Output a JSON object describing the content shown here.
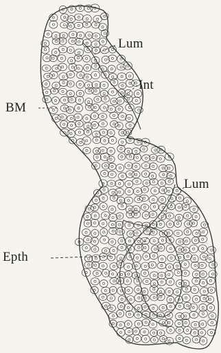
{
  "figure": {
    "background": "#f6f4ef",
    "ink": "#3a3a3a",
    "labels": {
      "lum": "Lum",
      "int": "Int",
      "bm": "BM",
      "lum_secondary": "Lum",
      "epth": "Epth"
    }
  }
}
